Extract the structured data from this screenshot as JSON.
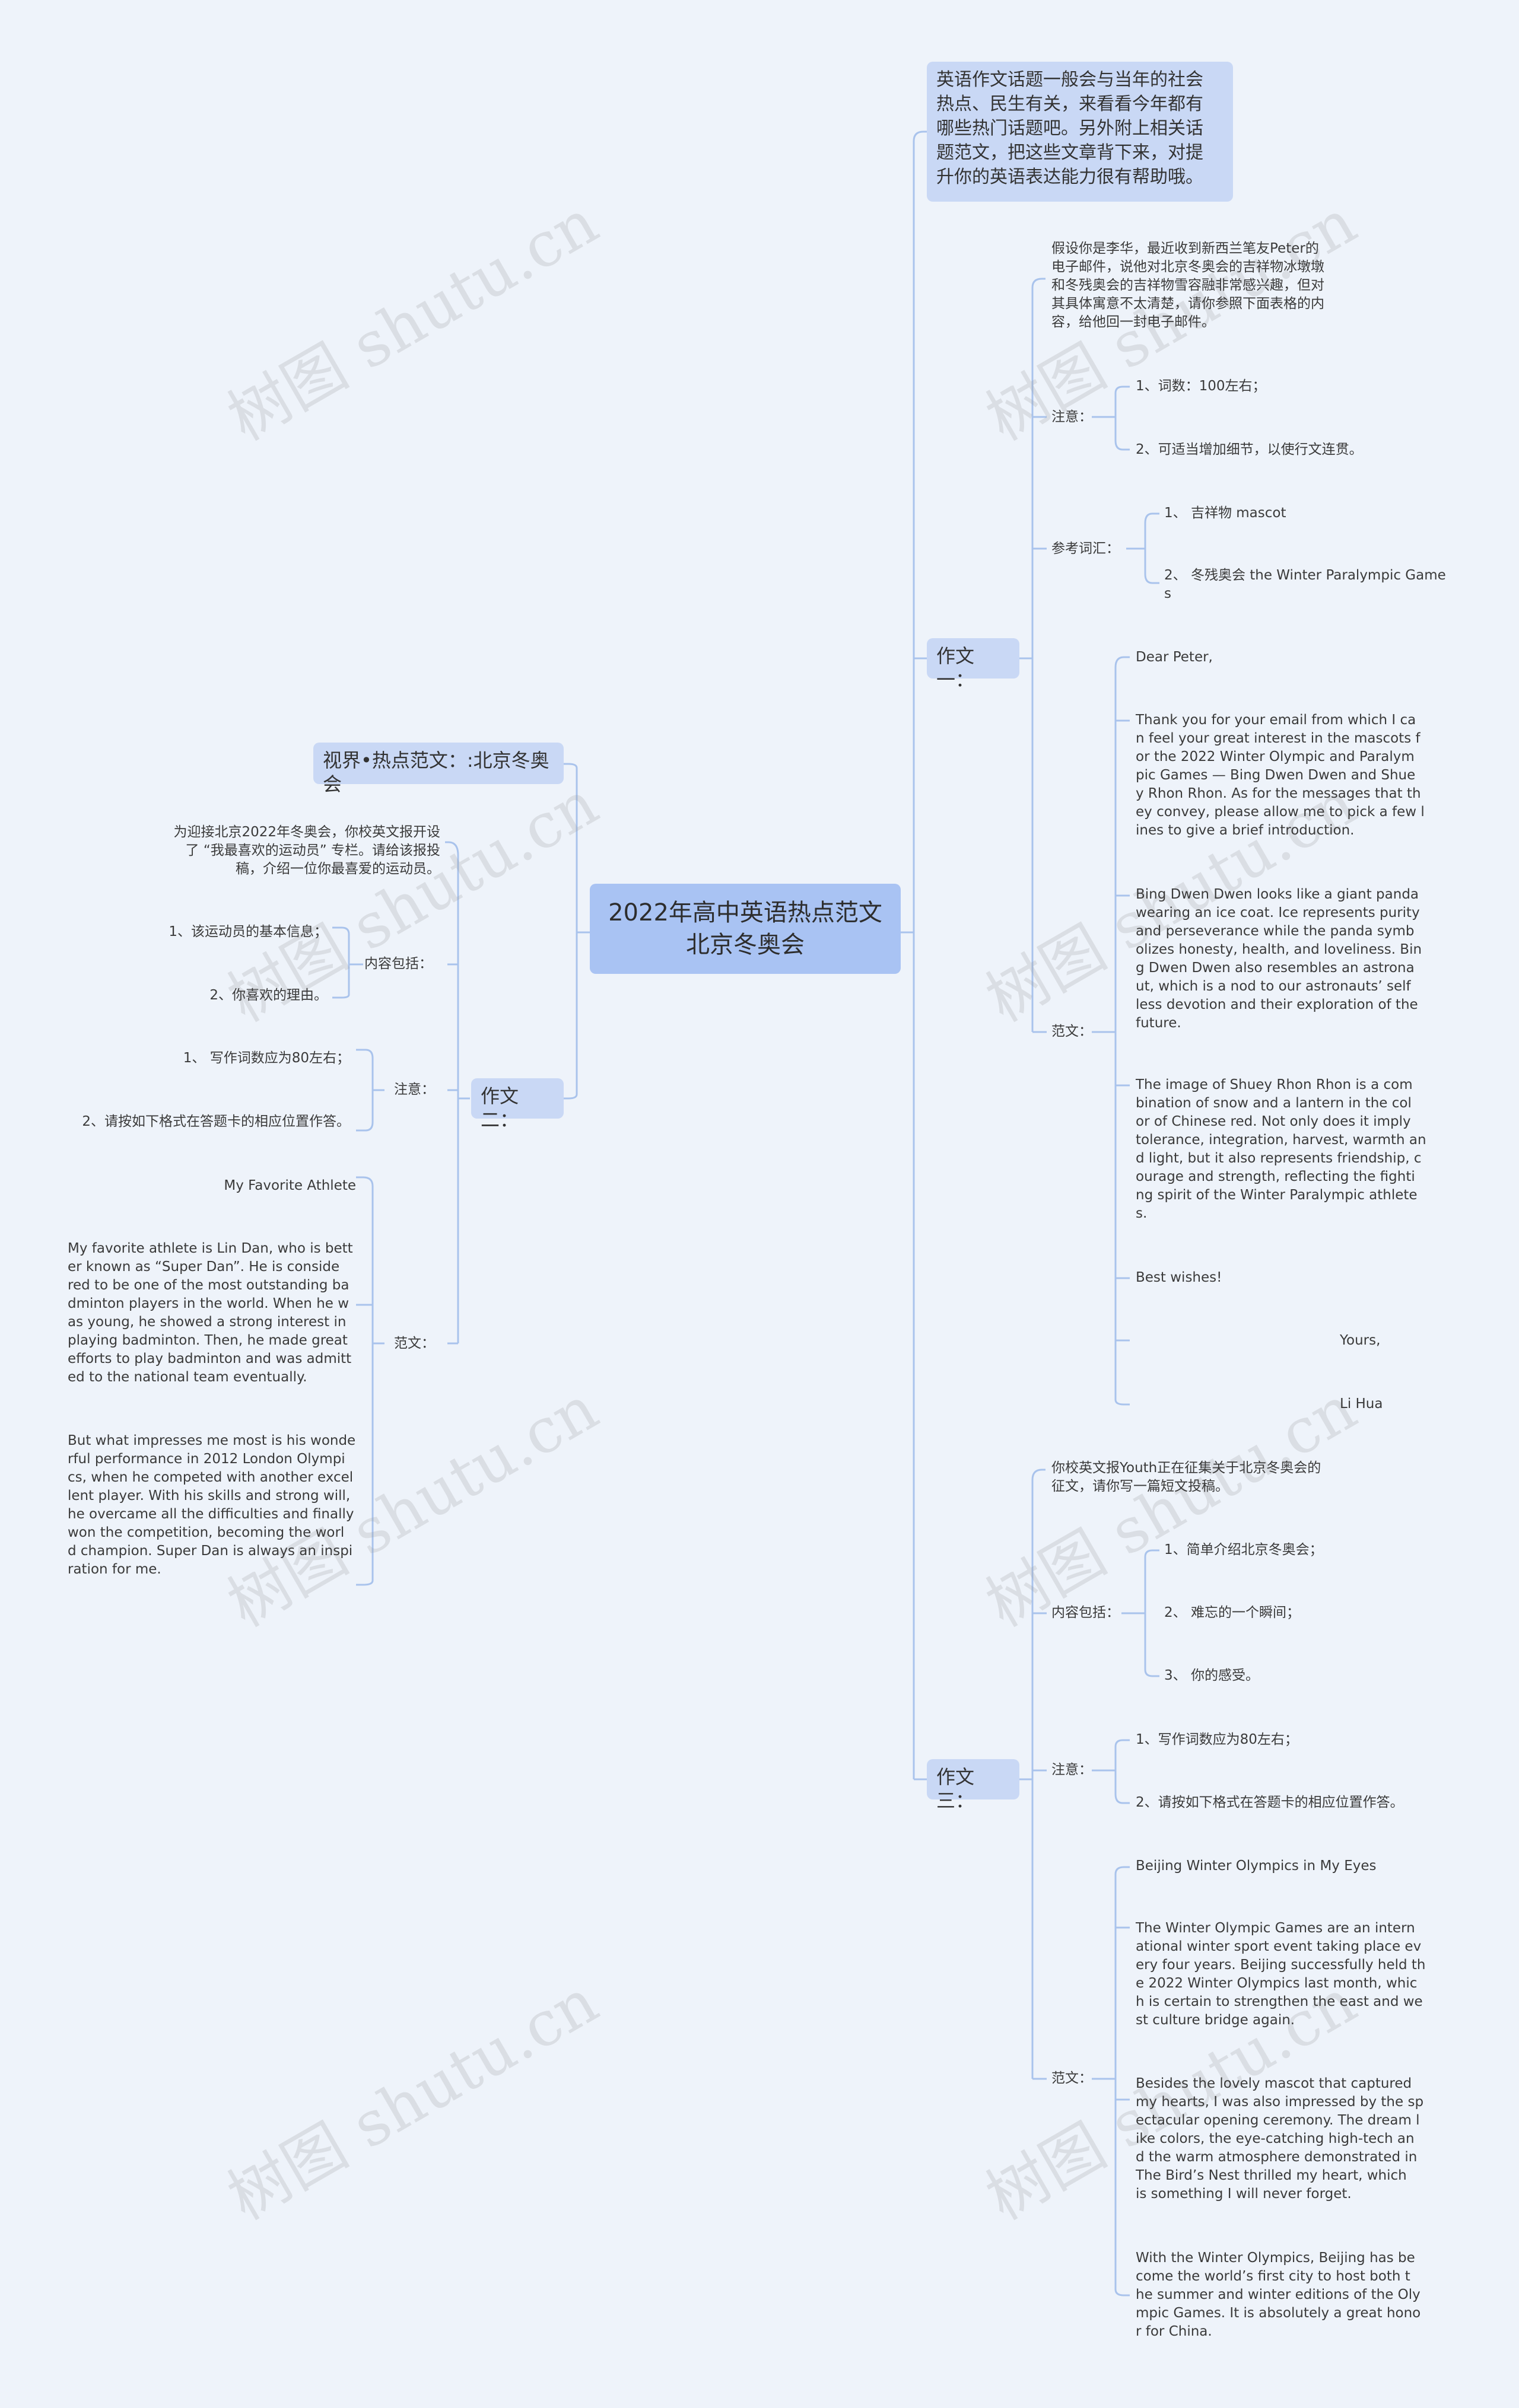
{
  "root": "2022年高中英语热点范文\n北京冬奥会",
  "intro": "英语作文话题一般会与当年的社会\n热点、民生有关，来看看今年都有\n哪些热门话题吧。另外附上相关话\n题范文，把这些文章背下来，对提\n升你的英语表达能力很有帮助哦。",
  "essay1": {
    "label": "作文一：",
    "prompt": "假设你是李华，最近收到新西兰笔友Peter的\n电子邮件，说他对北京冬奥会的吉祥物冰墩墩\n和冬残奥会的吉祥物雪容融非常感兴趣，但对\n其具体寓意不太清楚，请你参照下面表格的内\n容，给他回一封电子邮件。",
    "note_label": "注意：",
    "notes": [
      "1、词数：100左右；",
      "2、可适当增加细节，以使行文连贯。"
    ],
    "vocab_label": "参考词汇：",
    "vocab": [
      "1、 吉祥物 mascot",
      "2、 冬残奥会 the Winter Paralympic Game\ns"
    ],
    "sample_label": "范文：",
    "sample": [
      "Dear Peter,",
      "Thank you for your email from which I ca\nn feel your great interest in the mascots f\nor the 2022 Winter Olympic and Paralym\npic Games — Bing Dwen Dwen and Shue\ny Rhon Rhon. As for the messages that th\ney convey, please allow me to pick a few l\nines to give a brief introduction.",
      "Bing Dwen Dwen looks like a giant panda\n wearing an ice coat. Ice represents purity\n and perseverance while the panda symb\nolizes honesty, health, and loveliness. Bin\ng Dwen Dwen also resembles an astrona\nut, which is a nod to our astronauts’ self\nless devotion and their exploration of the\n future.",
      "The image of Shuey Rhon Rhon is a com\nbination of snow and a lantern in the col\nor of Chinese red. Not only does it imply\ntolerance, integration, harvest, warmth an\nd light, but it also represents friendship, c\nourage and strength, reflecting the fighti\nng spirit of the Winter Paralympic athlete\ns.",
      "Best wishes!",
      "Yours,",
      "Li Hua"
    ]
  },
  "essay2": {
    "label": "作文二：",
    "title_node": "视界•热点范文：:北京冬奥会",
    "prompt": "为迎接北京2022年冬奥会，你校英文报开设\n了 “我最喜欢的运动员” 专栏。请给该报投\n稿，介绍一位你最喜爱的运动员。",
    "content_label": "内容包括：",
    "content": [
      "1、该运动员的基本信息；",
      "2、你喜欢的理由。"
    ],
    "note_label": "注意：",
    "notes": [
      "1、 写作词数应为80左右；",
      "2、请按如下格式在答题卡的相应位置作答。"
    ],
    "sample_label": "范文：",
    "sample": [
      "My Favorite Athlete",
      "My favorite athlete is Lin Dan, who is bett\ner known as “Super Dan”. He is conside\nred to be one of the most outstanding ba\ndminton players in the world. When he w\nas young, he showed a strong interest in\nplaying badminton. Then, he made great\nefforts to play badminton and was admitt\ned to the national team eventually.",
      "But what impresses me most is his wonde\nrful performance in 2012 London Olympi\ncs, when he competed with another excel\nlent player. With his skills and strong will,\nhe overcame all the difficulties and finally\n won the competition, becoming the worl\nd champion. Super Dan is always an inspi\nration for me."
    ]
  },
  "essay3": {
    "label": "作文三：",
    "prompt": "你校英文报Youth正在征集关于北京冬奥会的\n征文，请你写一篇短文投稿。",
    "content_label": "内容包括：",
    "content": [
      "1、简单介绍北京冬奥会；",
      "2、 难忘的一个瞬间；",
      "3、 你的感受。"
    ],
    "note_label": "注意：",
    "notes": [
      "1、写作词数应为80左右；",
      "2、请按如下格式在答题卡的相应位置作答。"
    ],
    "sample_label": "范文：",
    "sample": [
      "Beijing Winter Olympics in My Eyes",
      "The Winter Olympic Games are an intern\national winter sport event taking place ev\nery four years. Beijing successfully held th\ne 2022 Winter Olympics last month, whic\nh is certain to strengthen the east and we\nst culture bridge again.",
      "Besides the lovely mascot that captured\nmy hearts, I was also impressed by the sp\nectacular opening ceremony. The dream l\nike colors, the eye-catching high-tech an\nd the warm atmosphere demonstrated in\nThe Bird’s Nest thrilled my heart, which\nis something I will never forget.",
      "With the Winter Olympics, Beijing has be\ncome the world’s first city to host both t\nhe summer and winter editions of the Oly\nmpic Games. It is absolutely a great hono\nr for China."
    ]
  },
  "watermark": "树图 shutu.cn",
  "colors": {
    "line": "#a9c3ec",
    "node": "#c9d8f5",
    "root": "#a9c3f3",
    "background": "#eef3fa"
  }
}
